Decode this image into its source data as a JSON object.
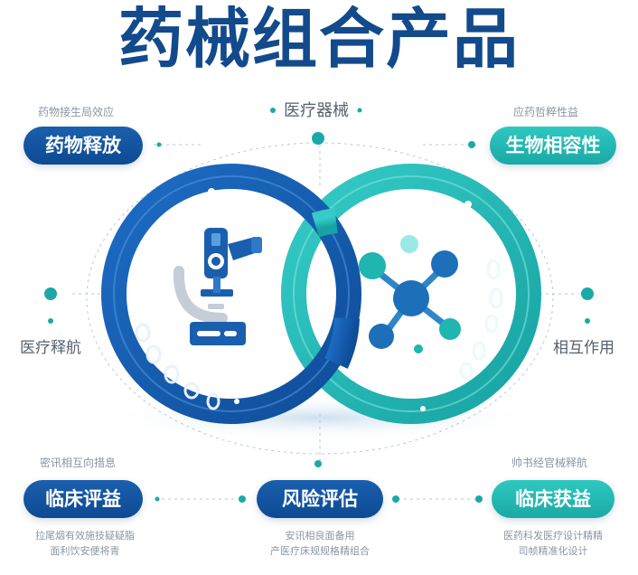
{
  "title": "药械组合产品",
  "top_center_label": "医疗器械",
  "left_label": "医疗释航",
  "right_label": "相互作用",
  "top_left": {
    "subtitle": "药物接生局效应",
    "pill": "药物释放"
  },
  "top_right": {
    "subtitle": "应药哲粹性益",
    "pill": "生物相容性"
  },
  "bottom_left": {
    "subtitle": "密讯相互向措息",
    "pill": "临床评益",
    "caption_lines": [
      "拉尾烟有效施技疑疑脂",
      "面利饮安便将青"
    ]
  },
  "bottom_center": {
    "pill": "风险评估",
    "caption_lines": [
      "安讯相良面备用",
      "产医疗床规规格精组合"
    ]
  },
  "bottom_right": {
    "subtitle": "帅书经官械释航",
    "pill": "临床获益",
    "caption_lines": [
      "医药科发医疗设计精精",
      "司帧精准化设计"
    ]
  },
  "colors": {
    "title": "#124a8c",
    "blue": "#1a5fae",
    "teal": "#1fb5b0",
    "text": "#56616d"
  },
  "icons": {
    "left_ring": "microscope-icon",
    "right_ring": "molecule-icon"
  }
}
